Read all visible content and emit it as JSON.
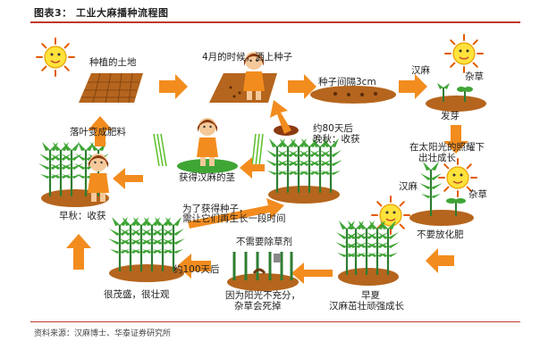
{
  "header": {
    "title": "图表3：  工业大麻播种流程图"
  },
  "footer": {
    "source": "资料来源：汉麻博士、华泰证券研究所"
  },
  "labels": {
    "field": "种植的土地",
    "sow": "4月的时候，洒上种子",
    "spacing": "种子间隔3cm",
    "hemp": "汉麻",
    "weed": "杂草",
    "sprout": "发芽",
    "sun_grow_1": "在太阳光的照耀下",
    "sun_grow_2": "出壮成长",
    "hemp2": "汉麻",
    "weed2": "杂草",
    "no_fert": "不要放化肥",
    "summer_1": "早夏",
    "summer_2": "汉麻茁壮顽强成长",
    "no_herb": "不需要除草剂",
    "shade_1": "因为阳光不充分，",
    "shade_2": "杂草会死掉",
    "day100": "约100天后",
    "lush": "很茂盛，很壮观",
    "early_harvest": "早秋：收获",
    "leaf_fert": "落叶变成肥料",
    "stem": "获得汉麻的茎",
    "seed_1": "为了获得种子，",
    "seed_2": "需让它们再生长一段时间",
    "day80_1": "约80天后",
    "day80_2": "晚秋：收获"
  }
}
